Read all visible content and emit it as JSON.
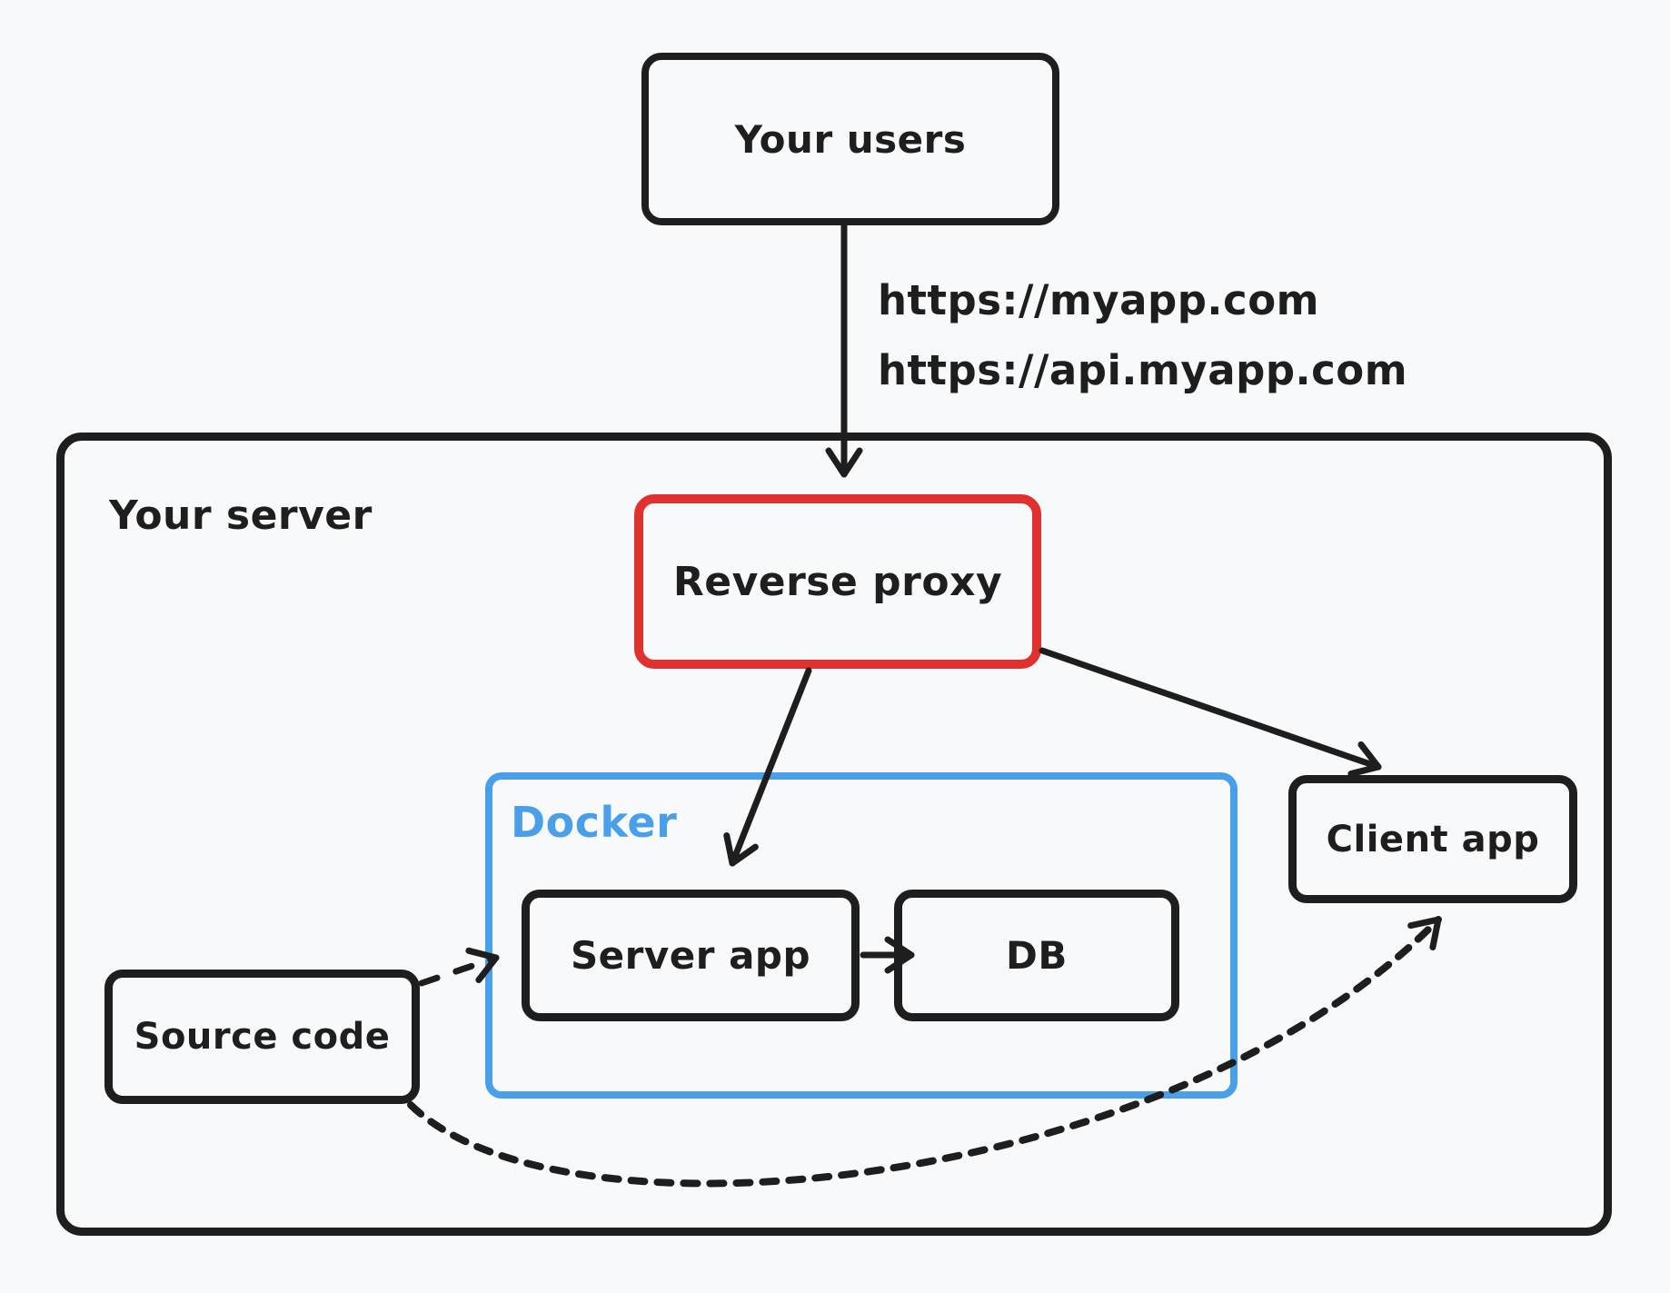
{
  "diagram": {
    "background_color": "#f8f9fa",
    "ink_color": "#1e1e1e",
    "nodes": {
      "your_users": {
        "label": "Your users",
        "border_color": "#1e1e1e"
      },
      "your_server": {
        "label": "Your server",
        "border_color": "#1e1e1e"
      },
      "reverse_proxy": {
        "label": "Reverse proxy",
        "border_color": "#e03131"
      },
      "docker": {
        "label": "Docker",
        "border_color": "#4a9fe9"
      },
      "server_app": {
        "label": "Server app",
        "border_color": "#1e1e1e"
      },
      "db": {
        "label": "DB",
        "border_color": "#1e1e1e"
      },
      "client_app": {
        "label": "Client app",
        "border_color": "#1e1e1e"
      },
      "source_code": {
        "label": "Source code",
        "border_color": "#1e1e1e"
      }
    },
    "edges": {
      "users_to_proxy": {
        "style": "solid",
        "labels": [
          "https://myapp.com",
          "https://api.myapp.com"
        ]
      },
      "proxy_to_server_app": {
        "style": "solid"
      },
      "proxy_to_client_app": {
        "style": "solid"
      },
      "server_app_to_db": {
        "style": "solid"
      },
      "source_to_server_app": {
        "style": "dashed"
      },
      "source_to_client_app": {
        "style": "dashed"
      }
    }
  }
}
